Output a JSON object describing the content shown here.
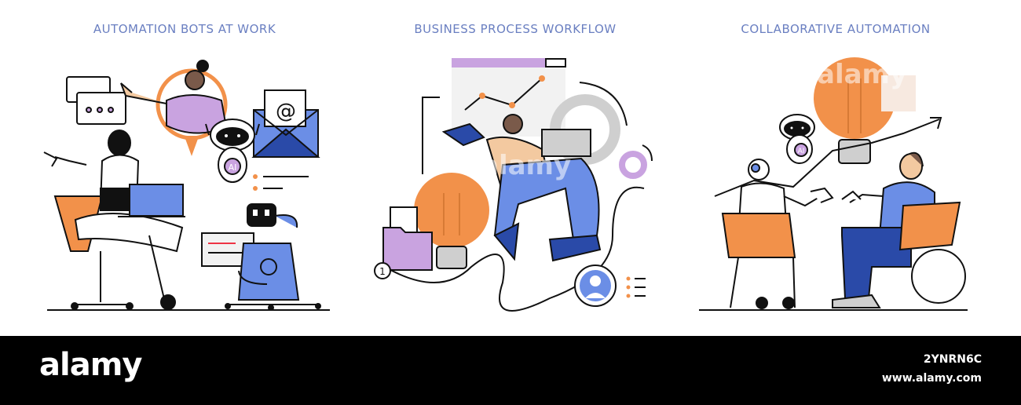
{
  "panels": [
    {
      "title": "AUTOMATION BOTS AT WORK"
    },
    {
      "title": "BUSINESS PROCESS WORKFLOW"
    },
    {
      "title": "COLLABORATIVE AUTOMATION"
    }
  ],
  "labels": {
    "email_symbol": "@",
    "ai_badge": "AI",
    "step_number": "1"
  },
  "watermark": {
    "text": "alamy"
  },
  "footer": {
    "brand": "alamy",
    "image_id": "2YNRN6C",
    "site": "www.alamy.com"
  },
  "colors": {
    "title": "#6a7fc1",
    "orange": "#f2914a",
    "blue": "#6b8ee6",
    "purple": "#c9a3e0",
    "dark_blue": "#2a4aa8",
    "footer_bg": "#000000"
  }
}
